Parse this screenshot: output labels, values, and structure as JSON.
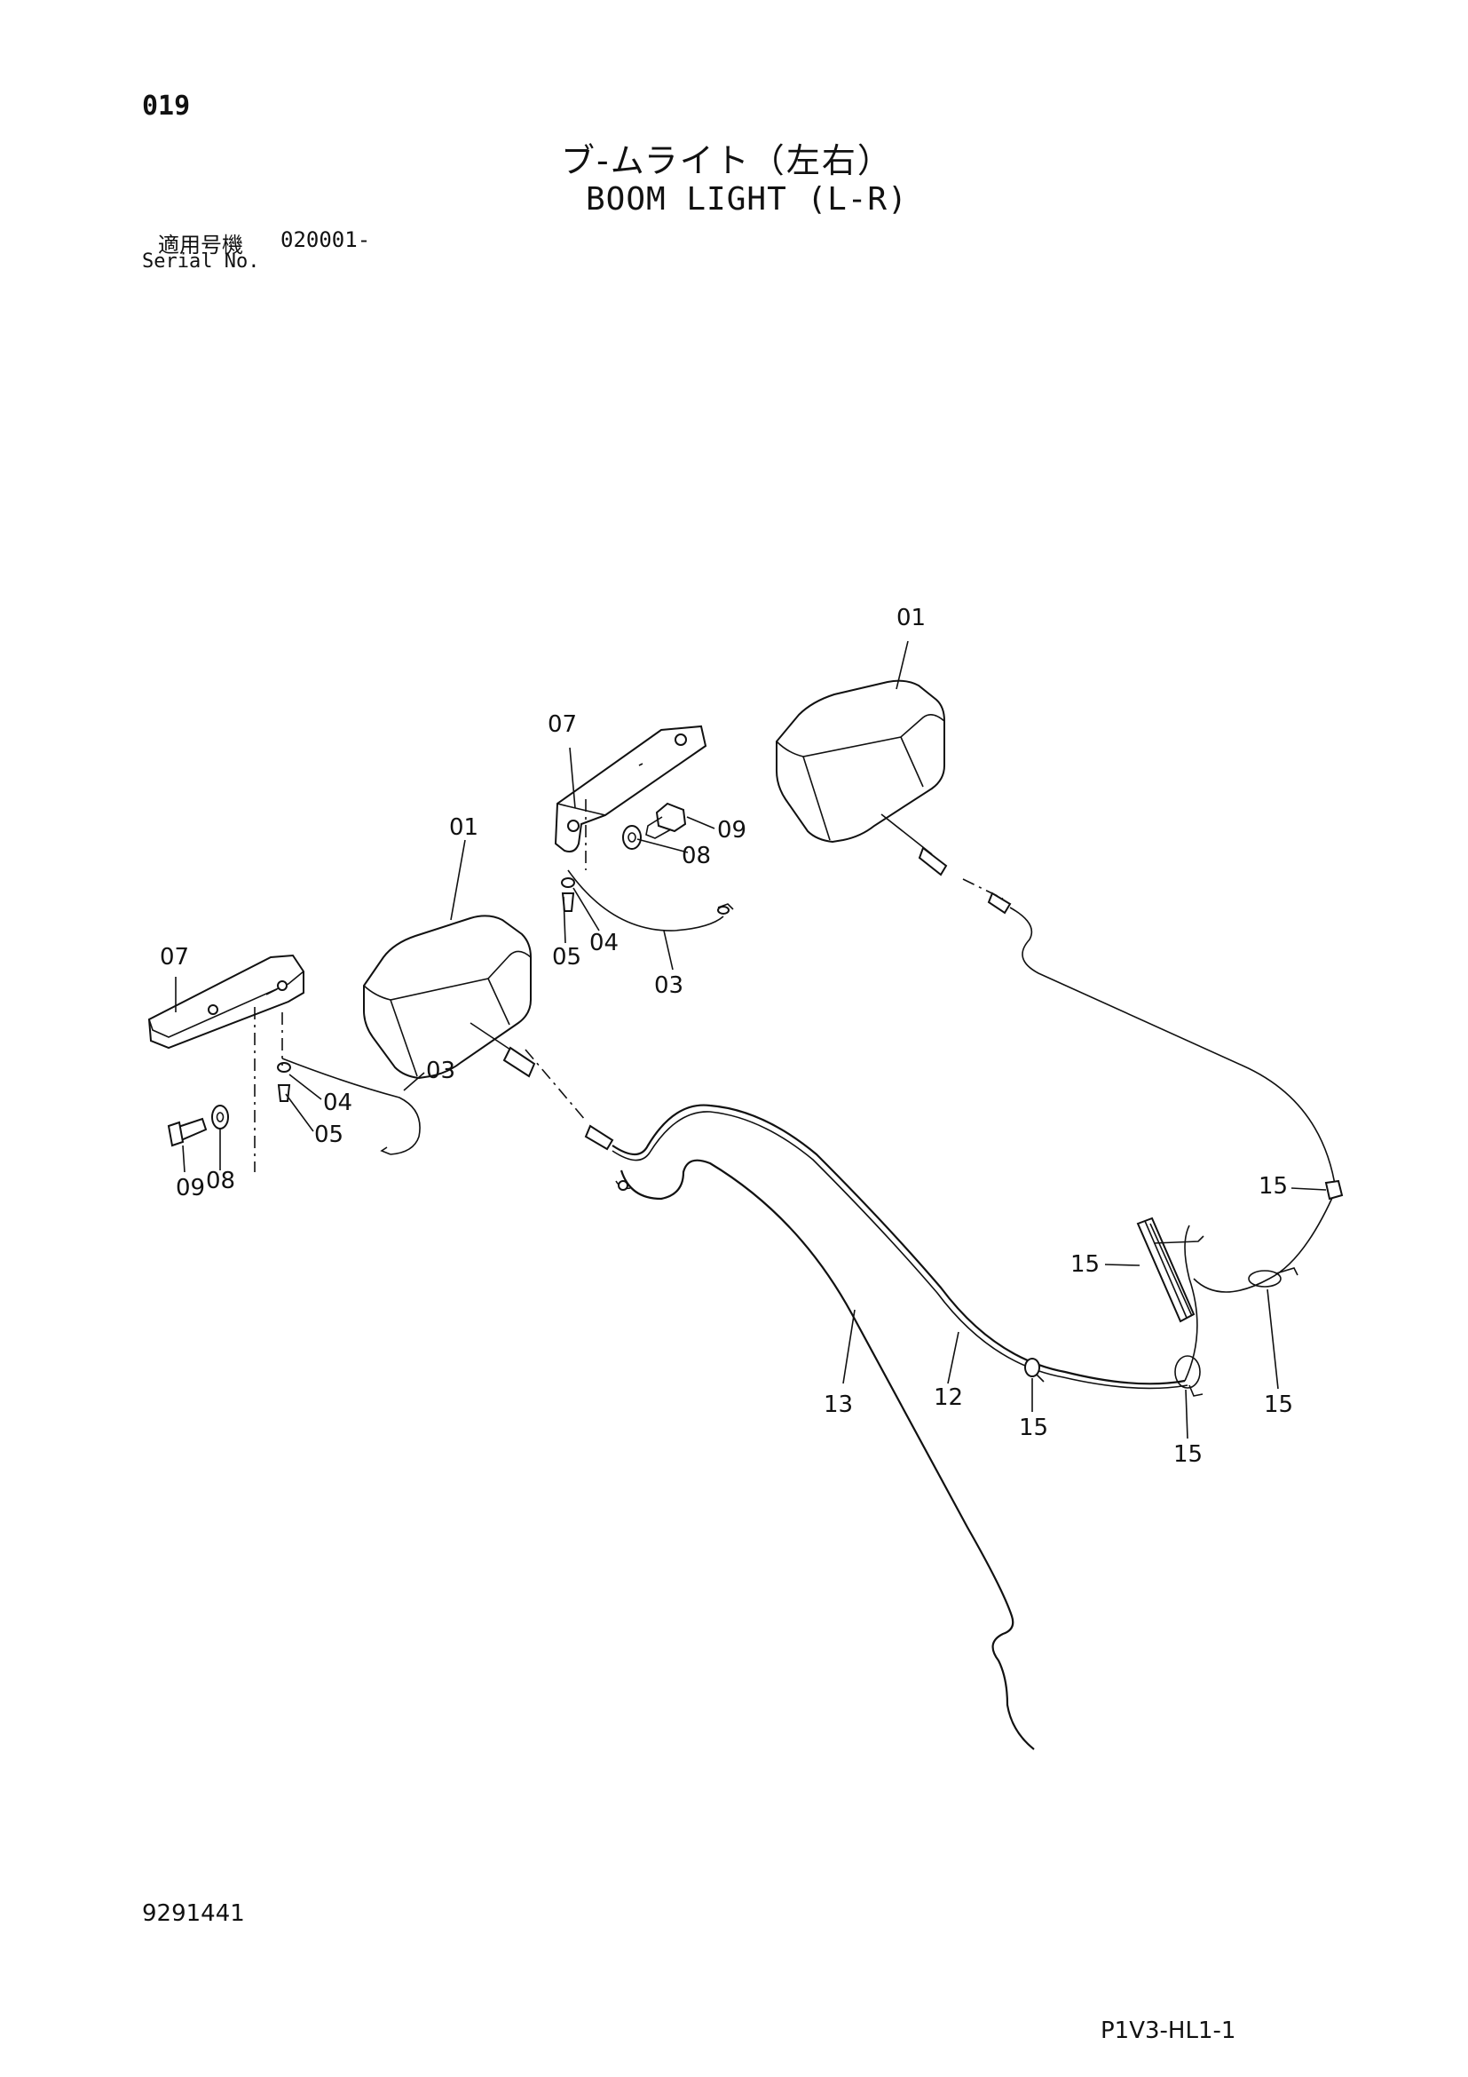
{
  "header": {
    "page_number": "019",
    "title_ja": "ブ-ムライト（左右）",
    "title_en": "BOOM LIGHT (L-R)",
    "serial_label_ja": "適用号機",
    "serial_value": "020001-",
    "serial_label_en": "Serial No."
  },
  "footer": {
    "doc_number": "9291441",
    "code": "P1V3-HL1-1"
  },
  "callouts": [
    {
      "id": "c01a",
      "text": "01"
    },
    {
      "id": "c07a",
      "text": "07"
    },
    {
      "id": "c09a",
      "text": "09"
    },
    {
      "id": "c08a",
      "text": "08"
    },
    {
      "id": "c01b",
      "text": "01"
    },
    {
      "id": "c05a",
      "text": "05"
    },
    {
      "id": "c04a",
      "text": "04"
    },
    {
      "id": "c03a",
      "text": "03"
    },
    {
      "id": "c07b",
      "text": "07"
    },
    {
      "id": "c03b",
      "text": "03"
    },
    {
      "id": "c04b",
      "text": "04"
    },
    {
      "id": "c05b",
      "text": "05"
    },
    {
      "id": "c09b",
      "text": "09"
    },
    {
      "id": "c08b",
      "text": "08"
    },
    {
      "id": "c15a",
      "text": "15"
    },
    {
      "id": "c15b",
      "text": "15"
    },
    {
      "id": "c13",
      "text": "13"
    },
    {
      "id": "c12",
      "text": "12"
    },
    {
      "id": "c15c",
      "text": "15"
    },
    {
      "id": "c15d",
      "text": "15"
    },
    {
      "id": "c15e",
      "text": "15"
    }
  ]
}
